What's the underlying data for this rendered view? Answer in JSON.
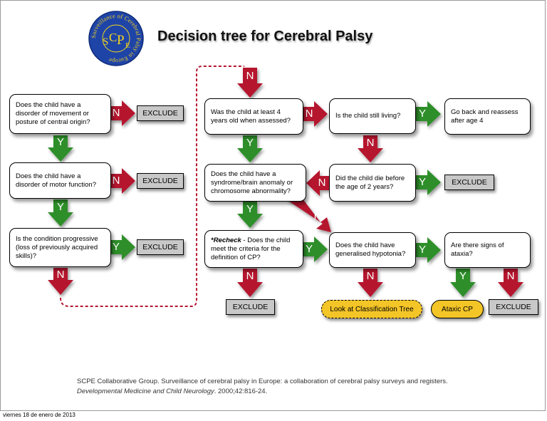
{
  "title": "Decision tree for Cerebral Palsy",
  "logo": {
    "ring_text": "Surveillance of Cerebral Palsy in Europe",
    "center_letters": [
      "S",
      "C",
      "P",
      "E"
    ],
    "colors": {
      "disc": "#1f44a8",
      "letters": "#f2d51c"
    }
  },
  "colors": {
    "yes_arrow": "#2f8f2a",
    "no_arrow": "#b5122f",
    "exclude_box": "#c8c8c8",
    "result_pill": "#f4c527"
  },
  "nodes": {
    "q1": "Does the child have a disorder of movement or posture of central origin?",
    "q2": "Does the child have a disorder of motor function?",
    "q3": "Is the condition progressive (loss of previously acquired skills)?",
    "q4": "Was the child at least 4 years old when assessed?",
    "q5": "Is the child still living?",
    "q6": "Go back and reassess after age 4",
    "q7": "Does the child have a syndrome/brain anomaly or chromosome abnormality?",
    "q8": "Did the child die before the age of 2 years?",
    "q9_bold": "*Recheck",
    "q9_rest": " - Does the child meet the criteria for the definition of CP?",
    "q10": "Does the child have generalised hypotonia?",
    "q11": "Are there signs of ataxia?"
  },
  "outcomes": {
    "exclude": "EXCLUDE",
    "classification_tree": "Look at Classification Tree",
    "ataxic_cp": "Ataxic CP"
  },
  "labels": {
    "yes": "Y",
    "no": "N"
  },
  "citation": {
    "line1": "SCPE Collaborative Group. Surveillance of cerebral palsy in Europe: a collaboration of cerebral palsy surveys and registers.",
    "journal": "Developmental Medicine and Child Neurology",
    "rest": ". 2000;42:816-24."
  },
  "footer_date": "viernes 18 de enero de 2013"
}
